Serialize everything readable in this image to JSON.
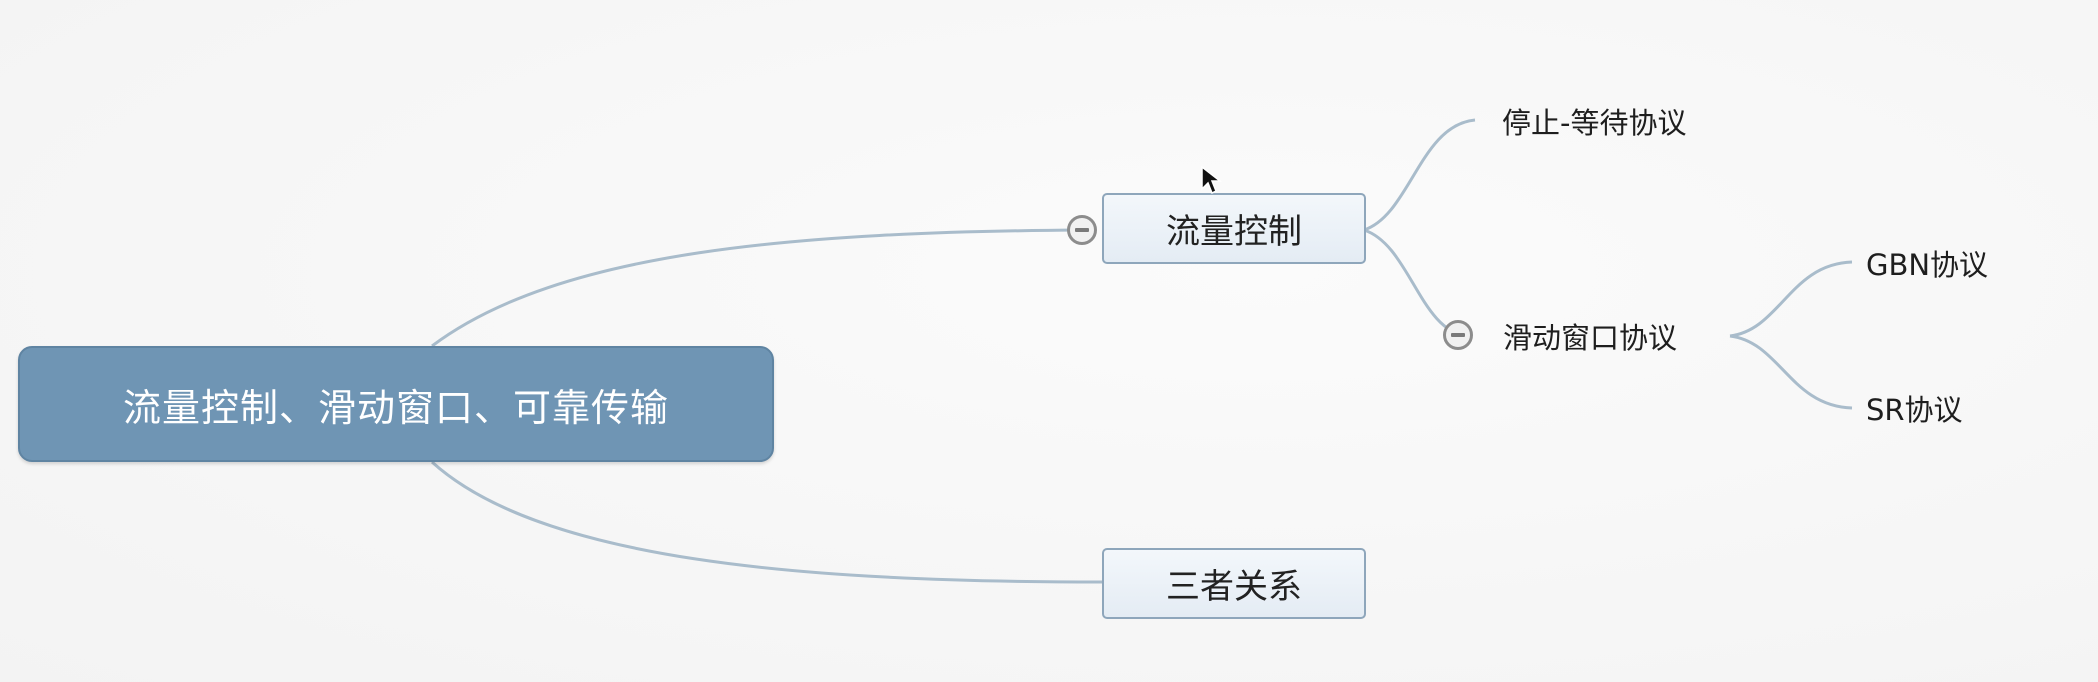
{
  "mindmap": {
    "root": "流量控制、滑动窗口、可靠传输",
    "flow_control": {
      "label": "流量控制",
      "stop_wait": "停止-等待协议",
      "sliding_window": {
        "label": "滑动窗口协议",
        "gbn": "GBN协议",
        "sr": "SR协议"
      }
    },
    "relationship": "三者关系"
  },
  "colors": {
    "root_fill": "#6f95b4",
    "topic_border": "#8ea6bb",
    "connector": "#a9bccb"
  },
  "icons": [
    "collapse-icon",
    "mouse-pointer-icon"
  ]
}
